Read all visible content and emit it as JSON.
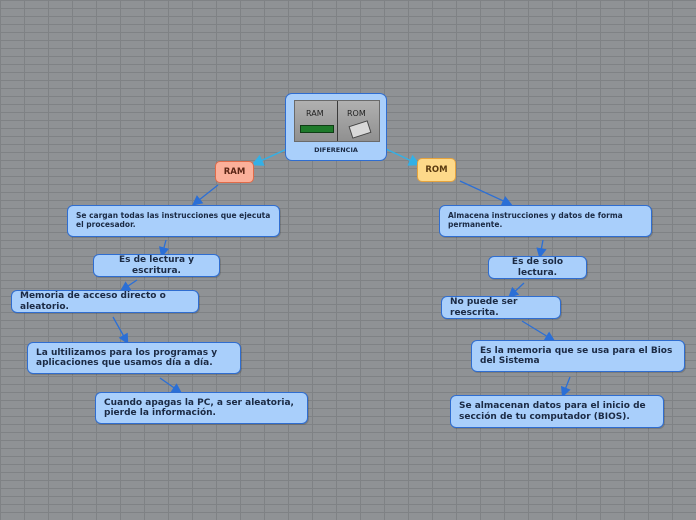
{
  "diagram": {
    "root": {
      "title": "DIFERENCIA",
      "image_left_label": "RAM",
      "image_right_label": "ROM"
    },
    "ram": {
      "label": "RAM",
      "items": [
        "Se cargan todas las instrucciones que ejecuta el procesador.",
        "Es de lectura y escritura.",
        "Memoria de acceso directo o aleatorio.",
        "La ultilizamos para los programas y aplicaciones que usamos día a día.",
        "Cuando apagas la PC, a ser aleatoria, pierde la información."
      ]
    },
    "rom": {
      "label": "ROM",
      "items": [
        "Almacena instrucciones y datos de forma permanente.",
        "Es de solo lectura.",
        "No puede ser reescrita.",
        "Es la memoria que se usa para el Bios del Sistema",
        "Se almacenan datos para el inicio de sección de tu computador (BIOS)."
      ]
    }
  },
  "colors": {
    "node_fill": "#a9cffb",
    "node_border": "#2f6dd0",
    "ram_branch": "#fbb09a",
    "rom_branch": "#fdd98a",
    "connector": "#2b6fd6",
    "root_connector": "#33b0e6"
  }
}
